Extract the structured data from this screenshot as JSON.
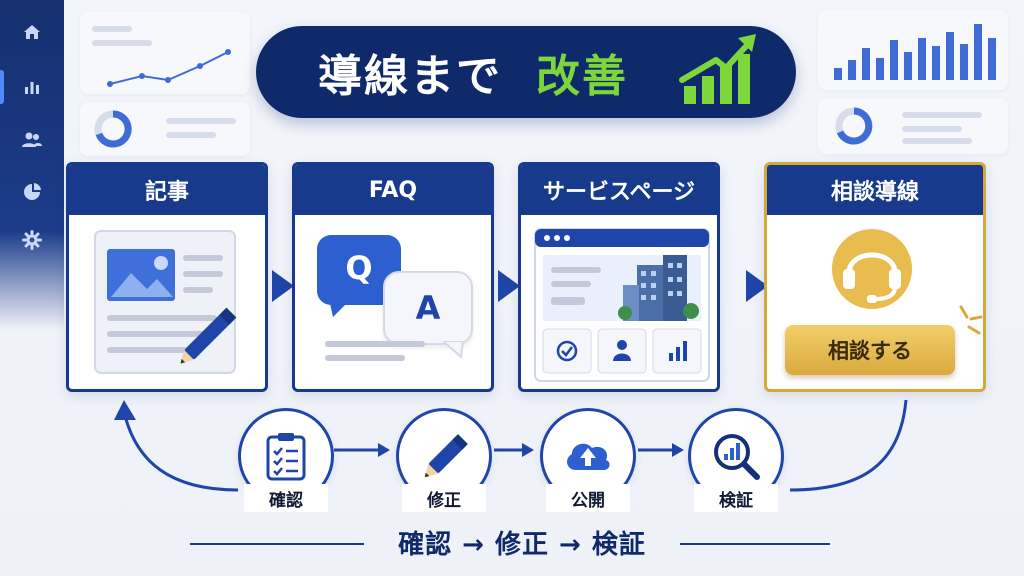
{
  "title": {
    "main": "導線まで",
    "accent": "改善"
  },
  "steps": [
    {
      "label": "記事"
    },
    {
      "label": "FAQ"
    },
    {
      "label": "サービスページ"
    },
    {
      "label": "相談導線"
    }
  ],
  "faq": {
    "q": "Q",
    "a": "A"
  },
  "consult": {
    "button_label": "相談する"
  },
  "cycle": [
    {
      "label": "確認"
    },
    {
      "label": "修正"
    },
    {
      "label": "公開"
    },
    {
      "label": "検証"
    }
  ],
  "footer": {
    "text": "確認 → 修正 → 検証"
  },
  "nav_icons": [
    "home-icon",
    "chart-icon",
    "users-icon",
    "pie-icon",
    "gear-icon"
  ],
  "colors": {
    "navy": "#173a8c",
    "dark_navy": "#0f2a6b",
    "green": "#7dd63a",
    "gold": "#d9a93e"
  }
}
